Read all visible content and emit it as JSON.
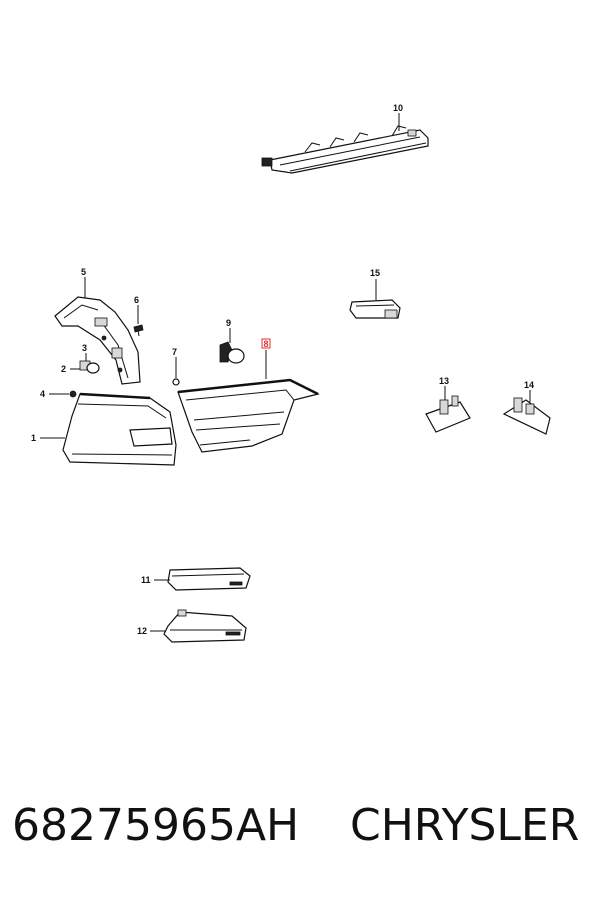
{
  "callouts": [
    {
      "id": "1",
      "label": "1"
    },
    {
      "id": "2",
      "label": "2"
    },
    {
      "id": "3",
      "label": "3"
    },
    {
      "id": "4",
      "label": "4"
    },
    {
      "id": "5",
      "label": "5"
    },
    {
      "id": "6",
      "label": "6"
    },
    {
      "id": "7",
      "label": "7"
    },
    {
      "id": "8",
      "label": "8"
    },
    {
      "id": "9",
      "label": "9"
    },
    {
      "id": "10",
      "label": "10"
    },
    {
      "id": "11",
      "label": "11"
    },
    {
      "id": "12",
      "label": "12"
    },
    {
      "id": "13",
      "label": "13"
    },
    {
      "id": "14",
      "label": "14"
    },
    {
      "id": "15",
      "label": "15"
    }
  ],
  "highlighted_callout": "8",
  "highlight_color": "#e03030",
  "footer": {
    "part_number": "68275965AH",
    "brand": "CHRYSLER"
  }
}
